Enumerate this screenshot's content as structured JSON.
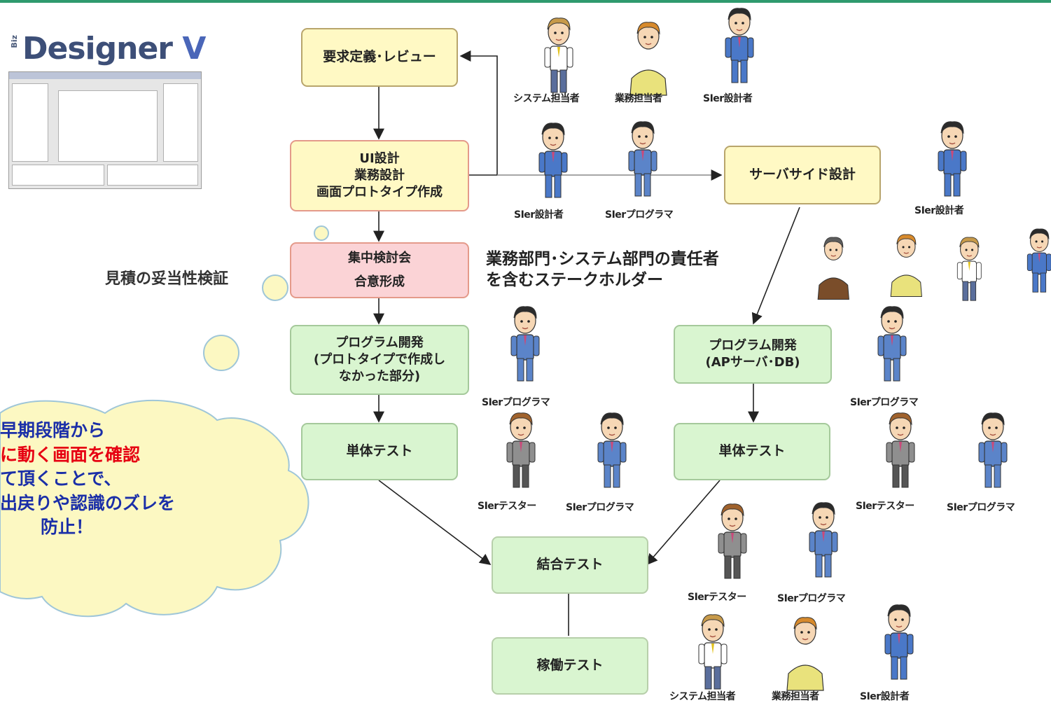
{
  "logo": {
    "biz": "Biz",
    "name": "Designer",
    "suffix": "V"
  },
  "boxes": {
    "requirements": "要求定義･レビュー",
    "ui_design": "UI設計\n業務設計\n画面プロトタイプ作成",
    "server_side": "サーバサイド設計",
    "meeting_line1": "集中検討会",
    "meeting_line2": "合意形成",
    "program_dev_left": "プログラム開発\n(プロトタイプで作成し\nなかった部分)",
    "program_dev_right": "プログラム開発\n(APサーバ･DB)",
    "unit_test_left": "単体テスト",
    "unit_test_right": "単体テスト",
    "integration_test": "結合テスト",
    "operation_test": "稼働テスト"
  },
  "roles": {
    "system_manager": "システム担当者",
    "business_manager": "業務担当者",
    "sier_designer": "SIer設計者",
    "sier_programmer": "SIerプログラマ",
    "sier_tester": "SIerテスター"
  },
  "stakeholder_note": "業務部門･システム部門の責任者\nを含むステークホルダー",
  "estimate_note": "見積の妥当性検証",
  "cloud": {
    "line1": "早期段階から",
    "line2": "に動く画面を確認",
    "line3": "て頂くことで、",
    "line4": "出戻りや認識のズレを",
    "line5": "防止！"
  },
  "colors": {
    "yellow_box": "#fff9c4",
    "pink_box": "#fbd3d6",
    "green_box": "#d9f5d0",
    "cloud_fill": "#fcf8c2",
    "cloud_text": "#1b2fa8",
    "cloud_highlight": "#e60012"
  }
}
